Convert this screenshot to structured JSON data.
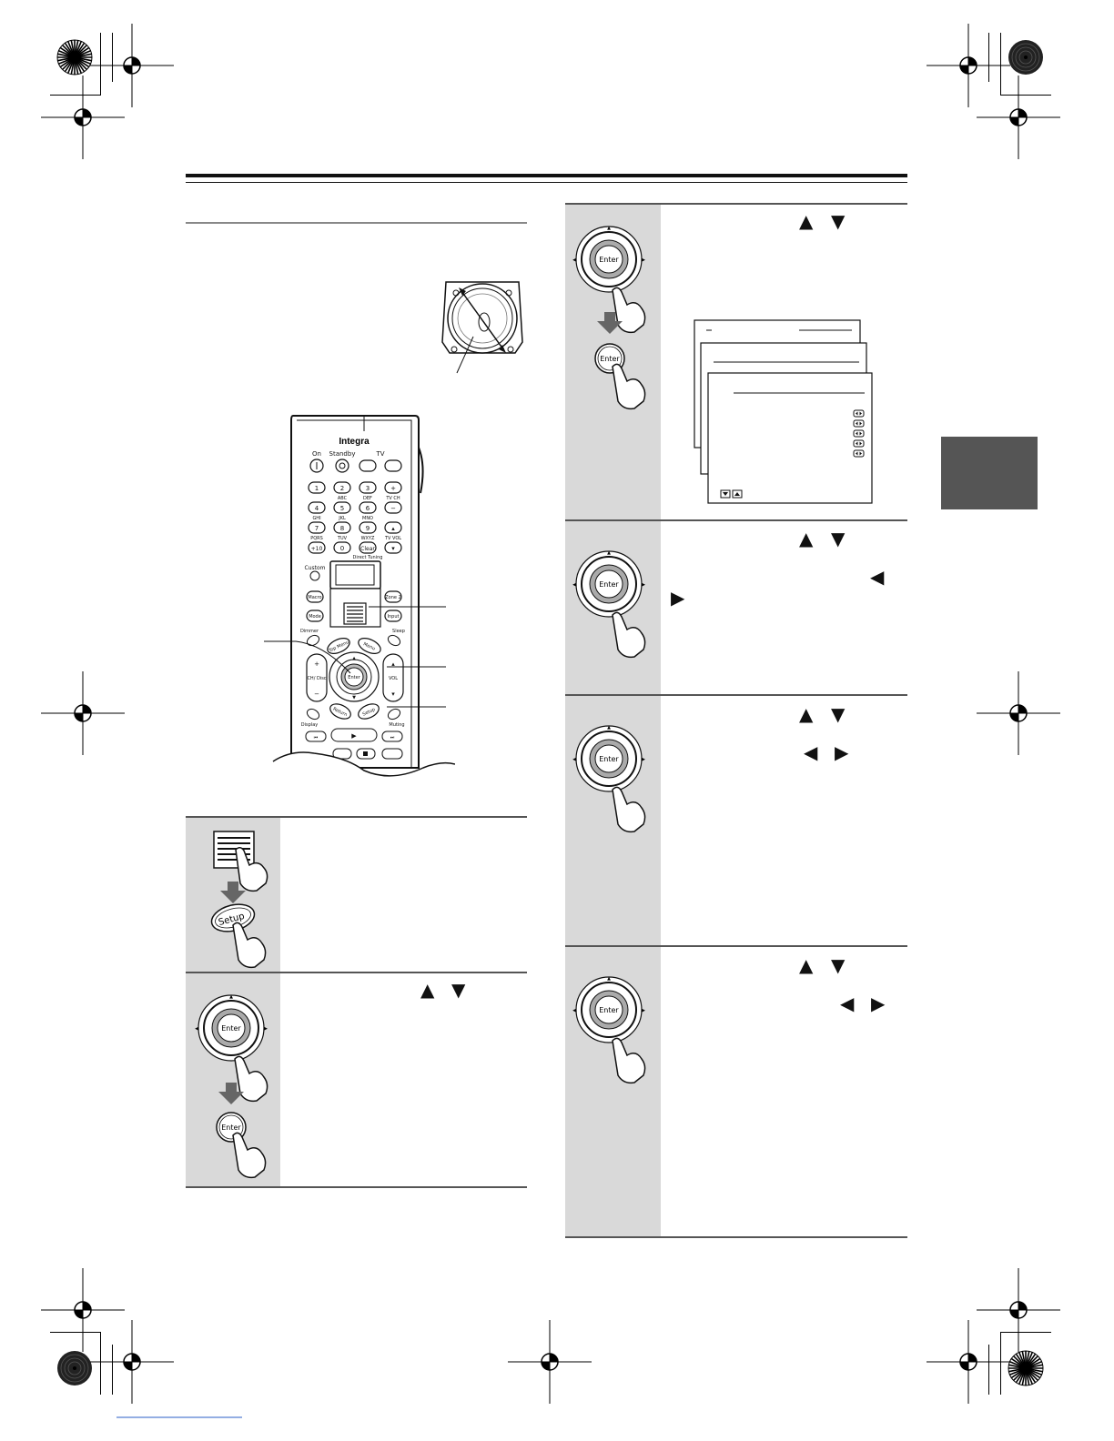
{
  "remote": {
    "brand": "Integra",
    "buttons": {
      "on": "On",
      "standby": "Standby",
      "tv": "TV",
      "one": "1",
      "two": "2",
      "three": "3",
      "four": "4",
      "five": "5",
      "six": "6",
      "seven": "7",
      "eight": "8",
      "nine": "9",
      "plus_ten": "+10",
      "zero": "0",
      "clear": "Clear",
      "abc": "ABC",
      "def": "DEF",
      "ghi": "GHI",
      "jkl": "JKL",
      "mno": "MNO",
      "pqrs": "PQRS",
      "tuv": "TUV",
      "wxyz": "WXYZ",
      "tv_ch": "TV CH",
      "tv_vol": "TV VOL",
      "direct_tuning": "Direct Tuning",
      "custom": "Custom",
      "macro": "Macro",
      "zone2": "Zone 2",
      "mode": "Mode",
      "input": "Input",
      "dimmer": "Dimmer",
      "sleep": "Sleep",
      "top_menu": "Top Menu",
      "menu": "Menu",
      "enter": "Enter",
      "ch_disc": "CH/ Disc",
      "vol": "VOL",
      "return": "Return",
      "setup": "Setup",
      "display": "Display",
      "muting": "Muting"
    }
  },
  "steps": {
    "enter_label": "Enter",
    "setup_label": "Setup"
  },
  "colors": {
    "panel_gray": "#d9d9d9",
    "tab_gray": "#555555",
    "rule": "#111111"
  }
}
